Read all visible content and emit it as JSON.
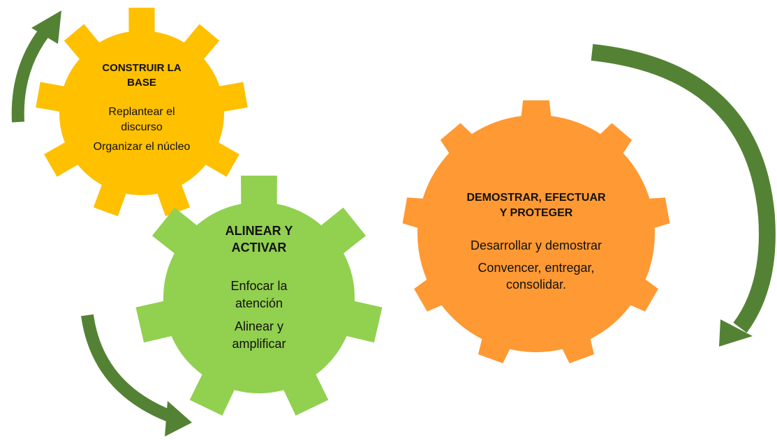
{
  "colors": {
    "arrow": "#548235",
    "gear_yellow": "#FFC000",
    "gear_green": "#92D050",
    "gear_orange": "#FF9933",
    "text": "#111111"
  },
  "gears": [
    {
      "id": "construir",
      "color": "#FFC000",
      "title_lines": [
        "CONSTRUIR LA",
        "BASE"
      ],
      "body_lines": [
        "Replantear el",
        "discurso",
        "Organizar el núcleo"
      ]
    },
    {
      "id": "alinear",
      "color": "#92D050",
      "title_lines": [
        "ALINEAR Y",
        "ACTIVAR"
      ],
      "body_lines": [
        "Enfocar la",
        "atención",
        "Alinear y",
        "amplificar"
      ]
    },
    {
      "id": "demostrar",
      "color": "#FF9933",
      "title_lines": [
        "DEMOSTRAR, EFECTUAR",
        "Y PROTEGER"
      ],
      "body_lines": [
        "Desarrollar y demostrar",
        "Convencer, entregar,",
        "consolidar."
      ]
    }
  ],
  "arrows": [
    {
      "id": "arrow-top-left",
      "icon": "curved-arrow-icon"
    },
    {
      "id": "arrow-bottom-left",
      "icon": "curved-arrow-icon"
    },
    {
      "id": "arrow-right",
      "icon": "curved-arrow-icon"
    }
  ]
}
